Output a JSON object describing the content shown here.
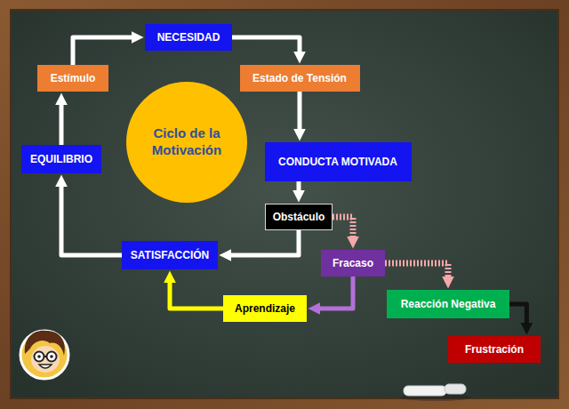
{
  "diagram": {
    "nodes": [
      {
        "text": [
          "NECESIDAD"
        ]
      },
      {
        "text": [
          "Estímulo"
        ]
      },
      {
        "text": [
          "Estado de Tensión"
        ]
      },
      {
        "text": [
          "Ciclo de la Motivación"
        ]
      },
      {
        "text": [
          "EQUILIBRIO"
        ]
      },
      {
        "text": [
          "CONDUCTA MOTIVADA"
        ]
      },
      {
        "text": [
          "Obstáculo"
        ]
      },
      {
        "text": [
          "SATISFACCIÓN"
        ]
      },
      {
        "text": [
          "Fracaso"
        ]
      },
      {
        "text": [
          "Aprendizaje"
        ]
      },
      {
        "text": [
          "Reacción Negativa"
        ]
      },
      {
        "text": [
          "Frustración"
        ]
      }
    ],
    "edges": [
      {
        "from": 1,
        "to": 0,
        "arrow": "to"
      },
      {
        "from": 0,
        "to": 2,
        "arrow": "to"
      },
      {
        "from": 2,
        "to": 5,
        "arrow": "to"
      },
      {
        "from": 5,
        "to": 6,
        "arrow": "to"
      },
      {
        "from": 6,
        "to": 7,
        "arrow": "to"
      },
      {
        "from": 6,
        "to": 8,
        "arrow": "to"
      },
      {
        "from": 8,
        "to": 10,
        "arrow": "to"
      },
      {
        "from": 8,
        "to": 9,
        "arrow": "to"
      },
      {
        "from": 9,
        "to": 7,
        "arrow": "to"
      },
      {
        "from": 10,
        "to": 11,
        "arrow": "to"
      },
      {
        "from": 7,
        "to": 4,
        "arrow": "to"
      },
      {
        "from": 4,
        "to": 1,
        "arrow": "to"
      }
    ]
  }
}
